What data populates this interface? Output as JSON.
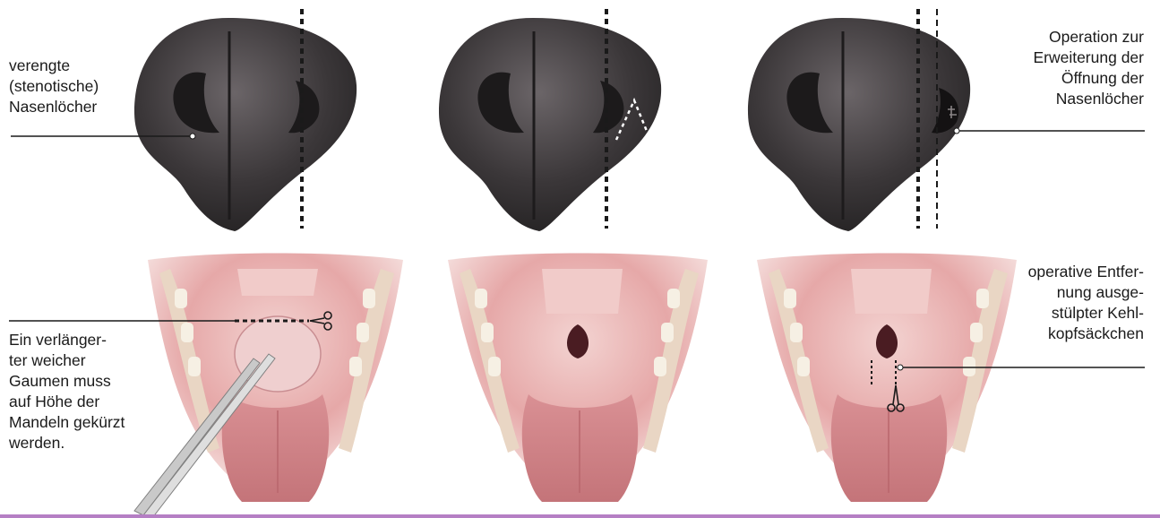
{
  "labels": {
    "stenotic_nostrils": "verengte\n(stenotische)\nNasenlöcher",
    "nostril_surgery": "Operation zur\nErweiterung der\nÖffnung der\nNasenlöcher",
    "soft_palate": "Ein verlänger-\nter weicher\nGaumen muss\nauf Höhe der\nMandeln gekürzt\nwerden.",
    "laryngeal_saccules": "operative Entfer-\nnung ausge-\nstülpter Kehl-\nkopfsäckchen"
  },
  "colors": {
    "nose_dark": "#2c2a2b",
    "nose_mid": "#5a5557",
    "mouth_outer": "#eab4b4",
    "mouth_mid": "#d88f92",
    "throat_dark": "#4a1c22",
    "tongue": "#cf8589",
    "tooth": "#f6f0e4",
    "accent_rule": "#b57fc4"
  }
}
